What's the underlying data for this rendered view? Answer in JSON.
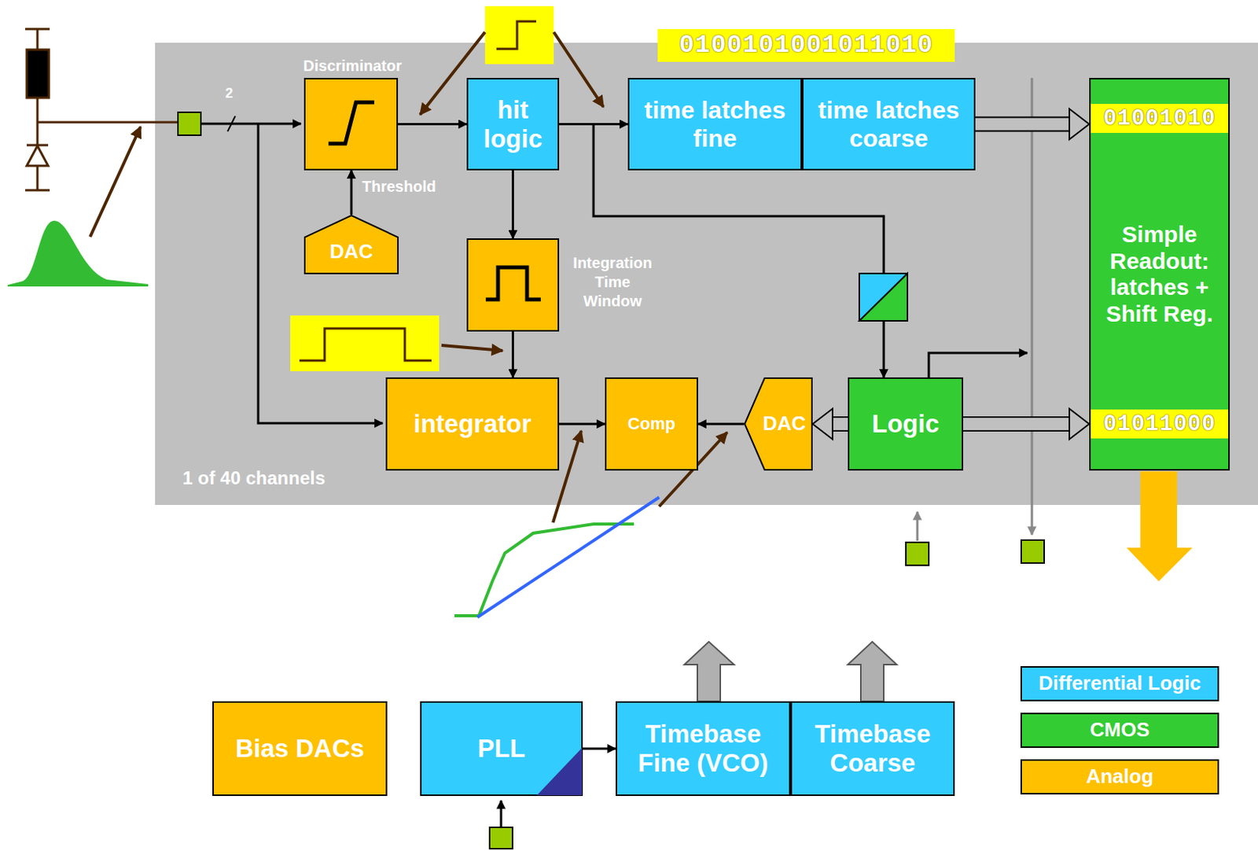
{
  "diagram": {
    "nodes": [
      {
        "text": [
          "1 of 40 channels"
        ]
      },
      {
        "text": [
          "Discriminator"
        ],
        "in": 0
      },
      {
        "text": [
          "DAC"
        ],
        "in": 0
      },
      {
        "text": [
          "hit logic"
        ],
        "in": 0
      },
      {
        "text": [
          "time latches fine"
        ],
        "in": 0
      },
      {
        "text": [
          "time latches coarse"
        ],
        "in": 0
      },
      {
        "text": [
          "Integration Time Window"
        ],
        "in": 0
      },
      {
        "text": [
          "integrator"
        ],
        "in": 0
      },
      {
        "text": [
          "Comp"
        ],
        "in": 0
      },
      {
        "text": [
          "DAC"
        ],
        "in": 0
      },
      {
        "text": [
          "Logic"
        ],
        "in": 0
      },
      {
        "text": [
          "Simple Readout: latches + Shift Reg."
        ],
        "in": 0
      },
      {
        "text": [
          "Bias DACs"
        ]
      },
      {
        "text": [
          "PLL"
        ]
      },
      {
        "text": [
          "Timebase Fine (VCO)"
        ]
      },
      {
        "text": [
          "Timebase Coarse"
        ]
      }
    ],
    "edges": [
      {
        "from": 1,
        "to": 3,
        "arrow": "to"
      },
      {
        "from": 2,
        "to": 1,
        "label": "Threshold",
        "arrow": "to"
      },
      {
        "from": 3,
        "to": 4,
        "arrow": "to"
      },
      {
        "from": 3,
        "to": 6,
        "arrow": "to"
      },
      {
        "from": 6,
        "to": 7,
        "arrow": "to"
      },
      {
        "from": 3,
        "to": 10,
        "arrow": "to"
      },
      {
        "from": 7,
        "to": 8,
        "arrow": "to"
      },
      {
        "from": 9,
        "to": 8,
        "arrow": "to"
      },
      {
        "from": 10,
        "to": 9,
        "arrow": "to"
      },
      {
        "from": 5,
        "to": 11,
        "arrow": "to"
      },
      {
        "from": 10,
        "to": 11,
        "arrow": "to"
      },
      {
        "from": 13,
        "to": 14,
        "arrow": "to"
      }
    ],
    "labels": [
      "2",
      "0100101001011010",
      "01001010",
      "01011000"
    ],
    "legend": [
      {
        "text": "Differential Logic",
        "color": "#33ccff"
      },
      {
        "text": "CMOS",
        "color": "#33cc33"
      },
      {
        "text": "Analog",
        "color": "#ffc000"
      }
    ]
  }
}
